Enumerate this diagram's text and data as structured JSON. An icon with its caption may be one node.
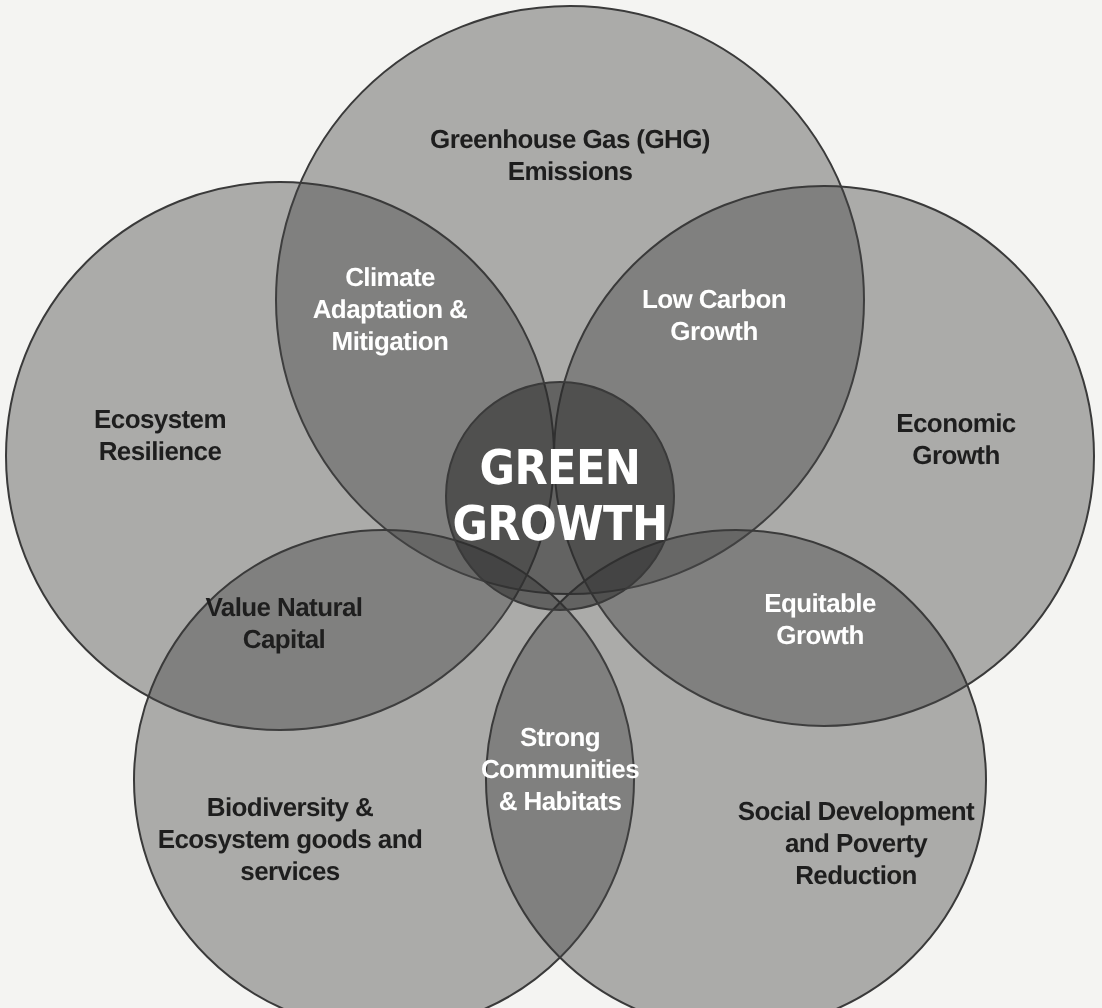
{
  "diagram": {
    "nodes": [
      {
        "text": [
          "Greenhouse Gas (GHG) Emissions"
        ]
      },
      {
        "text": [
          "Ecosystem Resilience"
        ]
      },
      {
        "text": [
          "Economic Growth"
        ]
      },
      {
        "text": [
          "Biodiversity & Ecosystem goods and services"
        ]
      },
      {
        "text": [
          "Social Development and Poverty Reduction"
        ]
      },
      {
        "text": [
          "Climate Adaptation & Mitigation"
        ]
      },
      {
        "text": [
          "Low Carbon Growth"
        ]
      },
      {
        "text": [
          "Value Natural Capital"
        ]
      },
      {
        "text": [
          "Equitable Growth"
        ]
      },
      {
        "text": [
          "Strong Communities & Habitats"
        ]
      },
      {
        "text": [
          "GREEN GROWTH"
        ]
      }
    ]
  }
}
